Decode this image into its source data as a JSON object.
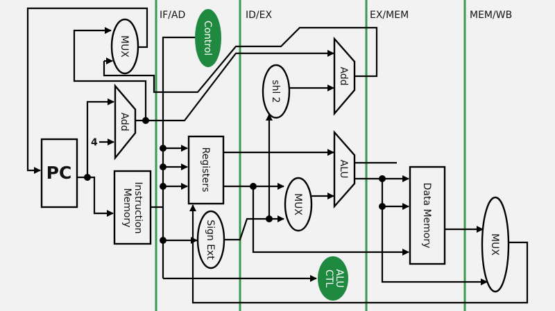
{
  "title": "Pipelined MIPS Datapath",
  "colors": {
    "stage_register": "#3a9a4f",
    "control_fill": "#1f8a3f",
    "control_text": "#ffffff",
    "wire": "#000000",
    "background": "#f2f2f2"
  },
  "stages": [
    {
      "label": "IF/AD"
    },
    {
      "label": "ID/EX"
    },
    {
      "label": "EX/MEM"
    },
    {
      "label": "MEM/WB"
    }
  ],
  "components": {
    "pc": "PC",
    "mux_pc": "MUX",
    "add_pc": "Add",
    "constant_four": "4",
    "instruction_memory_line1": "Instruction",
    "instruction_memory_line2": "Memory",
    "control": "Control",
    "registers": "Registers",
    "sign_ext": "Sign Ext",
    "shl2": "shl 2",
    "add_branch": "Add",
    "alu": "ALU",
    "mux_alu": "MUX",
    "alu_ctl_line1": "ALU",
    "alu_ctl_line2": "CTL",
    "data_memory": "Data Memory",
    "mux_wb": "MUX"
  }
}
